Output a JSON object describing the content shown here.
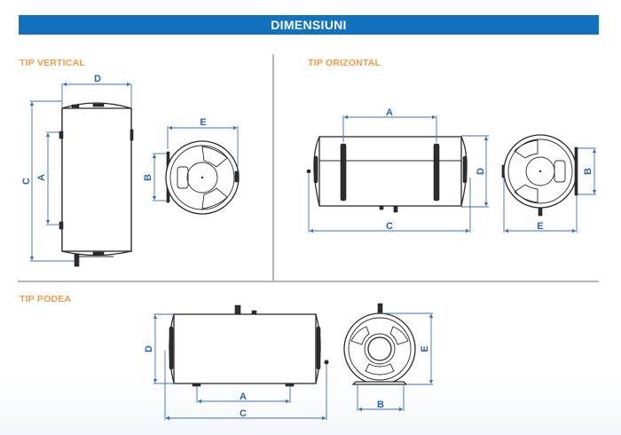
{
  "header": {
    "title": "DIMENSIUNI"
  },
  "sections": {
    "vertical": {
      "label": "TIP VERTICAL",
      "side_view": {
        "dims": {
          "C": "C",
          "A": "A",
          "D": "D"
        }
      },
      "top_view": {
        "dims": {
          "E": "E",
          "B": "B"
        }
      }
    },
    "horizontal": {
      "label": "TIP ORIZONTAL",
      "side_view": {
        "dims": {
          "A": "A",
          "C": "C",
          "D": "D"
        }
      },
      "end_view": {
        "dims": {
          "B": "B",
          "E": "E"
        }
      }
    },
    "floor": {
      "label": "TIP PODEA",
      "side_view": {
        "dims": {
          "D": "D",
          "A": "A",
          "C": "C"
        }
      },
      "end_view": {
        "dims": {
          "E": "E",
          "B": "B"
        }
      }
    }
  },
  "colors": {
    "banner": "#1272bd",
    "section_label": "#f29a4a",
    "dimension": "#3e6fb6",
    "divider": "#b5b5b5"
  }
}
